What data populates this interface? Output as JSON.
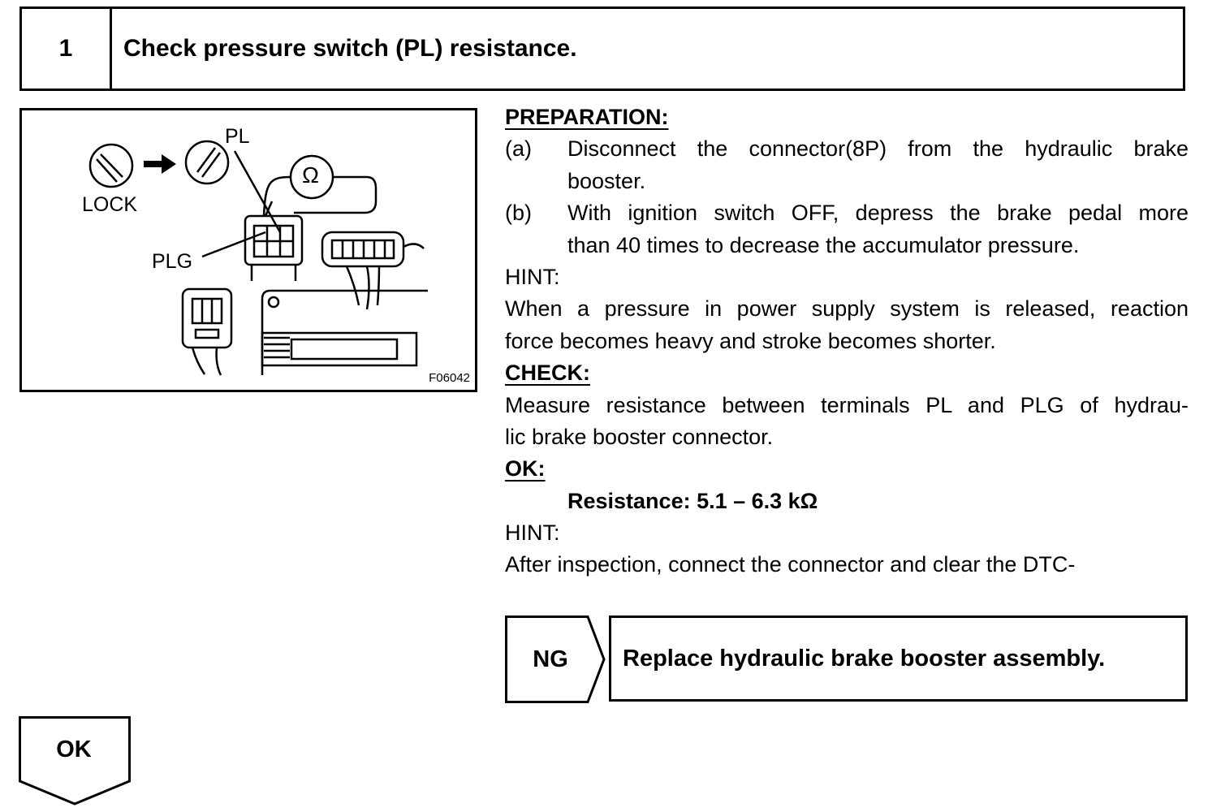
{
  "step": {
    "number": "1",
    "title": "Check pressure switch (PL) resistance."
  },
  "figure": {
    "label_pl": "PL",
    "label_lock": "LOCK",
    "label_plg": "PLG",
    "ohm_symbol": "Ω",
    "code": "F06042"
  },
  "preparation": {
    "heading": "PREPARATION:",
    "items": [
      {
        "marker": "(a)",
        "line1": "Disconnect the connector(8P) from the hydraulic brake",
        "line2": "booster."
      },
      {
        "marker": "(b)",
        "line1": "With ignition switch OFF, depress the brake pedal more",
        "line2": "than 40 times to decrease the accumulator pressure."
      }
    ]
  },
  "hint1": {
    "heading": "HINT:",
    "line1": "When a pressure in power supply system is released, reaction",
    "line2": "force becomes heavy and stroke becomes shorter."
  },
  "check": {
    "heading": "CHECK:",
    "line1": "Measure resistance between terminals PL and PLG of hydrau-",
    "line2": "lic brake booster connector."
  },
  "ok_spec": {
    "heading": "OK:",
    "spec": "Resistance: 5.1 – 6.3 kΩ"
  },
  "hint2": {
    "heading": "HINT:",
    "line1": "After inspection, connect the connector and clear the DTC-"
  },
  "ng": {
    "label": "NG",
    "action": "Replace hydraulic brake booster assembly."
  },
  "ok_flow": {
    "label": "OK"
  }
}
